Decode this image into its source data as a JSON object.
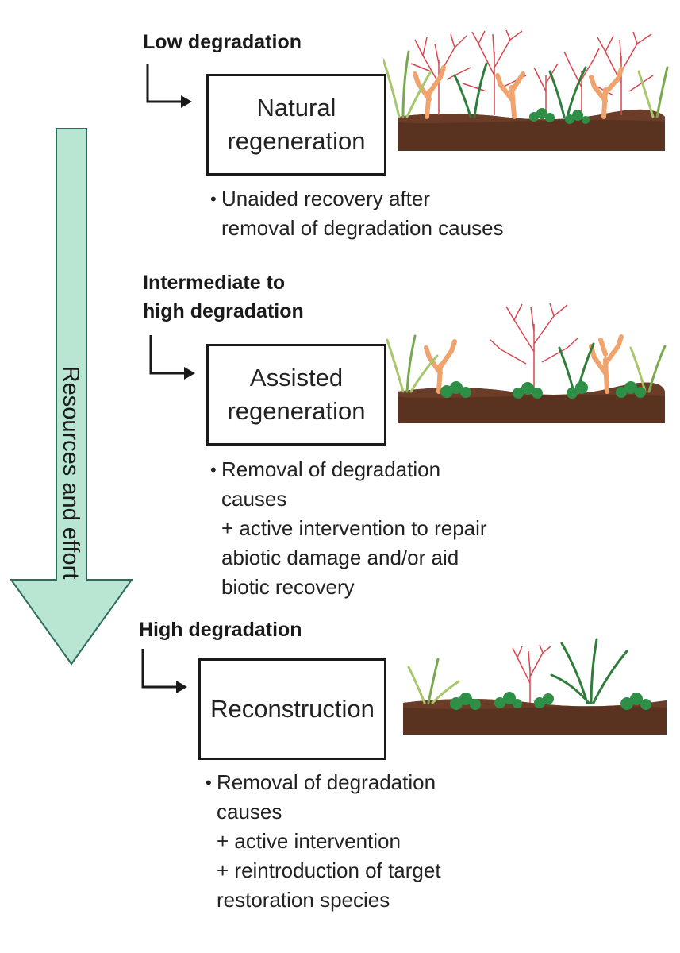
{
  "arrow": {
    "label": "Resources and effort",
    "fill": "#b8e6d3",
    "stroke": "#2e6b5c"
  },
  "colors": {
    "soil": "#5a3220",
    "soil_top": "#6b3d28",
    "coral": "#d9474f",
    "coral_orange": "#f0a36c",
    "grass": "#2f7d3a",
    "grass_light": "#a6c86a",
    "moss": "#2e8f47"
  },
  "stages": [
    {
      "level": "Low degradation",
      "name_lines": [
        "Natural",
        "regeneration"
      ],
      "desc_lines": [
        "Unaided recovery after",
        "removal of degradation causes"
      ]
    },
    {
      "level_lines": [
        "Intermediate to",
        "high degradation"
      ],
      "name_lines": [
        "Assisted",
        "regeneration"
      ],
      "desc_lines": [
        "Removal of degradation",
        "causes",
        "+ active intervention to repair",
        "abiotic damage and/or aid",
        "biotic recovery"
      ]
    },
    {
      "level": "High degradation",
      "name_lines": [
        "Reconstruction"
      ],
      "desc_lines": [
        "Removal of degradation",
        "causes",
        "+ active intervention",
        "+ reintroduction of target",
        "restoration species"
      ]
    }
  ]
}
